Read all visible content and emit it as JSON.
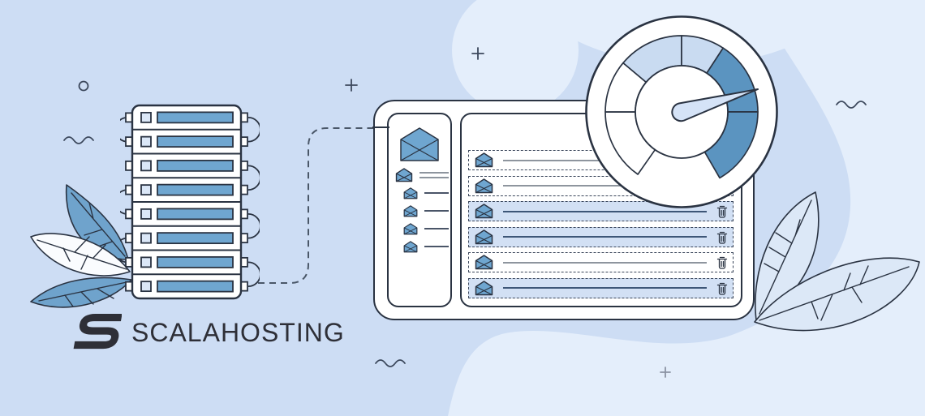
{
  "illustration_alt": "Email hosting illustration: server rack linked to a webmail panel with a speed gauge",
  "colors": {
    "bg": "#cdddf4",
    "bg_light": "#e4eefb",
    "outline": "#2a3342",
    "accent": "#6fa6d0",
    "accent_dark": "#5b94c0",
    "accent_light": "#c9dbf1",
    "panel_bg": "#ffffff",
    "row_highlight": "#d2e0f4",
    "row_border": "#39455a",
    "line_gray": "#8e959e",
    "line_dark": "#4a5568",
    "line_dark2": "#3d5677",
    "square_fill": "#dbe7f7",
    "needle_fill": "#d5e3f7",
    "leaf_blue": "#6fa3cc",
    "leaf_light": "#dce8f7",
    "leaf_white": "#fafcfe",
    "dash_color": "#4a5768",
    "decor_stroke": "#3c485c",
    "decor_soft": "#8b93a3",
    "logo_color": "#2e2f37"
  },
  "logo": {
    "text": "SCALAHOSTING",
    "mark_icon": "scalahosting-s-logo"
  },
  "server_rack": {
    "units": 8
  },
  "mail_panel": {
    "sidebar": {
      "header_icon": "open-mail-icon",
      "items": [
        {
          "icon": "mail-icon",
          "lines": 2,
          "indent": false
        },
        {
          "icon": "mail-icon",
          "lines": 1,
          "indent": true
        },
        {
          "icon": "mail-icon",
          "lines": 1,
          "indent": true
        },
        {
          "icon": "mail-icon",
          "lines": 1,
          "indent": true
        },
        {
          "icon": "mail-icon",
          "lines": 1,
          "indent": true
        }
      ]
    },
    "rows": [
      {
        "icon": "mail-icon",
        "highlighted": false,
        "trash": true
      },
      {
        "icon": "mail-icon",
        "highlighted": false,
        "trash": true
      },
      {
        "icon": "mail-icon",
        "highlighted": true,
        "trash": true
      },
      {
        "icon": "mail-icon",
        "highlighted": true,
        "trash": true
      },
      {
        "icon": "mail-icon",
        "highlighted": false,
        "trash": true
      },
      {
        "icon": "mail-icon",
        "highlighted": true,
        "trash": true
      }
    ]
  },
  "gauge": {
    "segments": [
      {
        "from": 235,
        "to": 180,
        "tone": "white"
      },
      {
        "from": 180,
        "to": 140,
        "tone": "white"
      },
      {
        "from": 140,
        "to": 90,
        "tone": "light"
      },
      {
        "from": 90,
        "to": 57,
        "tone": "light"
      },
      {
        "from": 57,
        "to": 0,
        "tone": "dark"
      },
      {
        "from": 0,
        "to": -60,
        "tone": "dark"
      }
    ],
    "needle_angle_deg": 17
  }
}
